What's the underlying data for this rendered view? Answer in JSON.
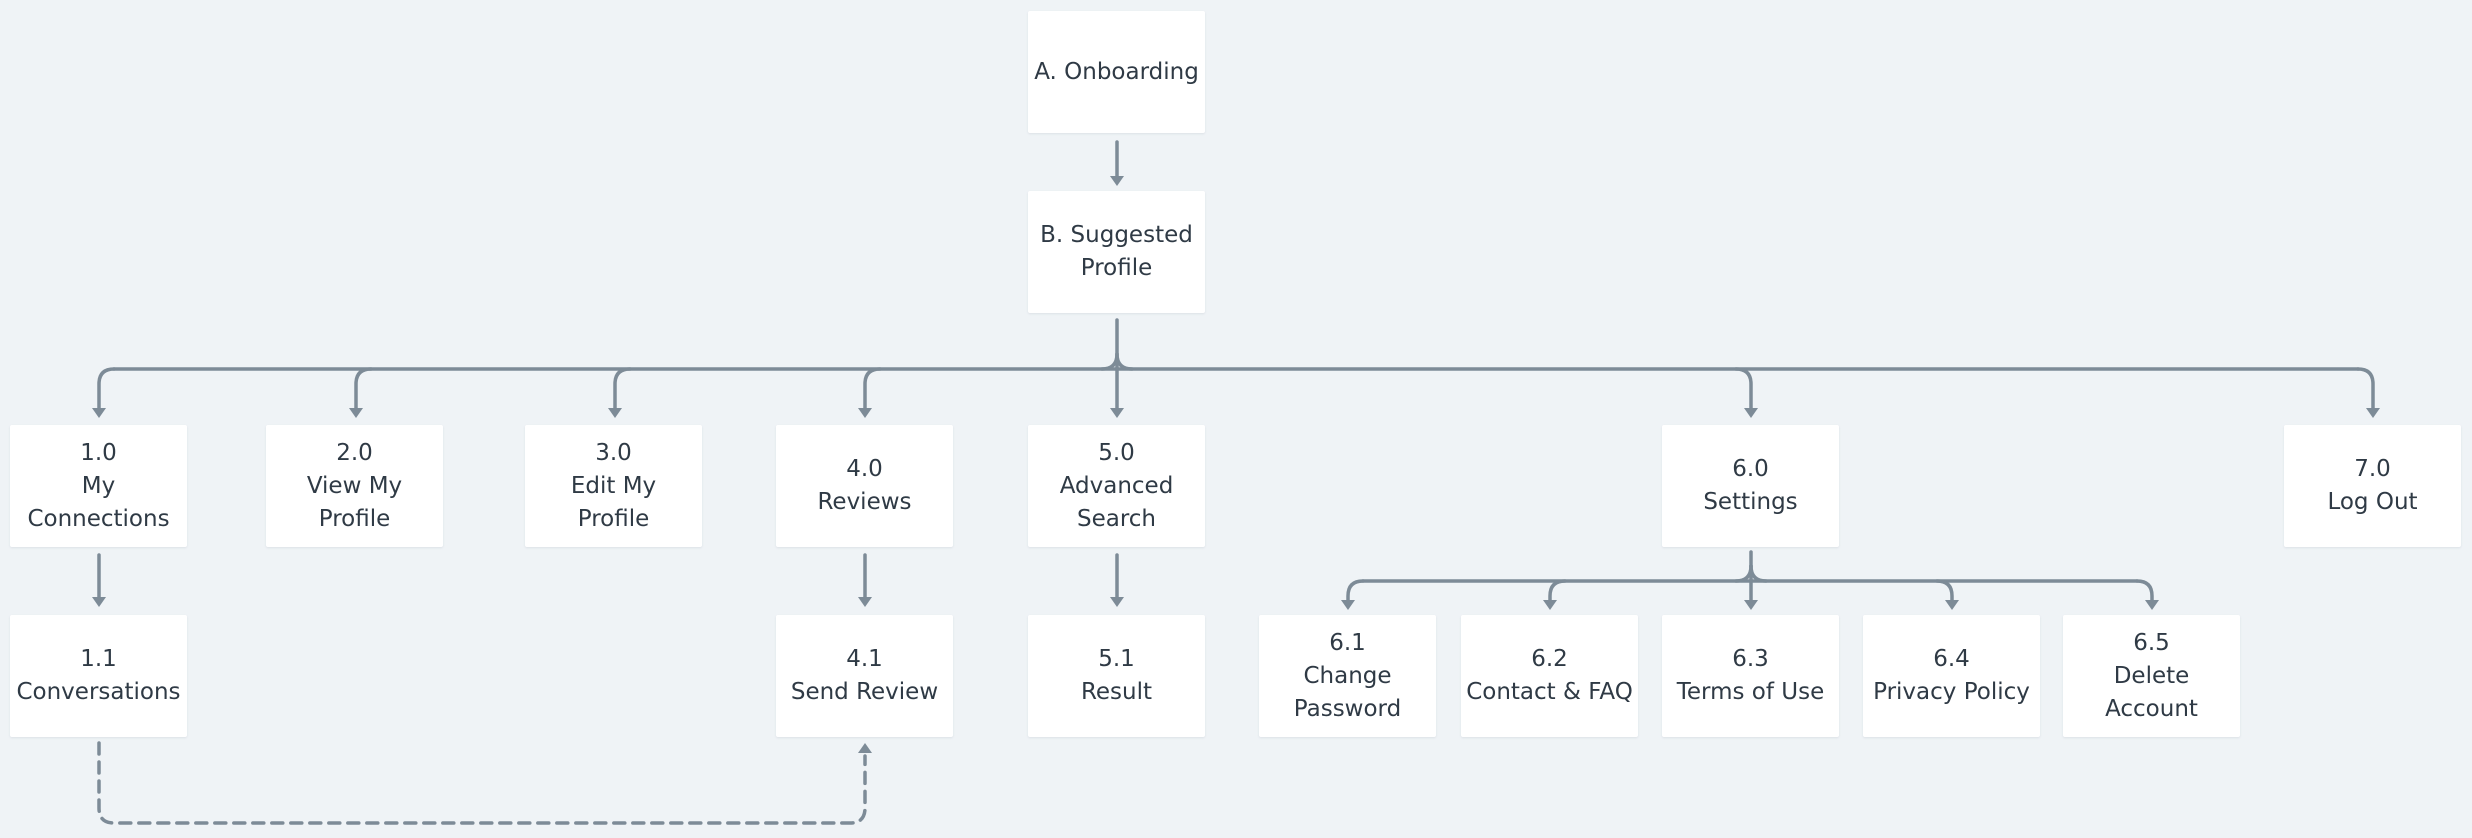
{
  "nodes": {
    "onboarding": [
      "A. Onboarding"
    ],
    "suggested_profile": [
      "B. Suggested",
      "Profile"
    ],
    "my_connections": [
      "1.0",
      "My",
      "Connections"
    ],
    "conversations": [
      "1.1",
      "Conversations"
    ],
    "view_my_profile": [
      "2.0",
      "View My",
      "Profile"
    ],
    "edit_my_profile": [
      "3.0",
      "Edit My",
      "Profile"
    ],
    "reviews": [
      "4.0",
      "Reviews"
    ],
    "send_review": [
      "4.1",
      "Send Review"
    ],
    "advanced_search": [
      "5.0",
      "Advanced",
      "Search"
    ],
    "result": [
      "5.1",
      "Result"
    ],
    "settings": [
      "6.0",
      "Settings"
    ],
    "change_password": [
      "6.1",
      "Change",
      "Password"
    ],
    "contact_faq": [
      "6.2",
      "Contact & FAQ"
    ],
    "terms_of_use": [
      "6.3",
      "Terms of Use"
    ],
    "privacy_policy": [
      "6.4",
      "Privacy Policy"
    ],
    "delete_account": [
      "6.5",
      "Delete",
      "Account"
    ],
    "log_out": [
      "7.0",
      "Log Out"
    ]
  },
  "edges": [
    {
      "from": "onboarding",
      "to": "suggested_profile",
      "style": "solid"
    },
    {
      "from": "suggested_profile",
      "to": "my_connections",
      "style": "solid"
    },
    {
      "from": "suggested_profile",
      "to": "view_my_profile",
      "style": "solid"
    },
    {
      "from": "suggested_profile",
      "to": "edit_my_profile",
      "style": "solid"
    },
    {
      "from": "suggested_profile",
      "to": "reviews",
      "style": "solid"
    },
    {
      "from": "suggested_profile",
      "to": "advanced_search",
      "style": "solid"
    },
    {
      "from": "suggested_profile",
      "to": "settings",
      "style": "solid"
    },
    {
      "from": "suggested_profile",
      "to": "log_out",
      "style": "solid"
    },
    {
      "from": "my_connections",
      "to": "conversations",
      "style": "solid"
    },
    {
      "from": "reviews",
      "to": "send_review",
      "style": "solid"
    },
    {
      "from": "advanced_search",
      "to": "result",
      "style": "solid"
    },
    {
      "from": "settings",
      "to": "change_password",
      "style": "solid"
    },
    {
      "from": "settings",
      "to": "contact_faq",
      "style": "solid"
    },
    {
      "from": "settings",
      "to": "terms_of_use",
      "style": "solid"
    },
    {
      "from": "settings",
      "to": "privacy_policy",
      "style": "solid"
    },
    {
      "from": "settings",
      "to": "delete_account",
      "style": "solid"
    },
    {
      "from": "conversations",
      "to": "send_review",
      "style": "dashed"
    }
  ]
}
